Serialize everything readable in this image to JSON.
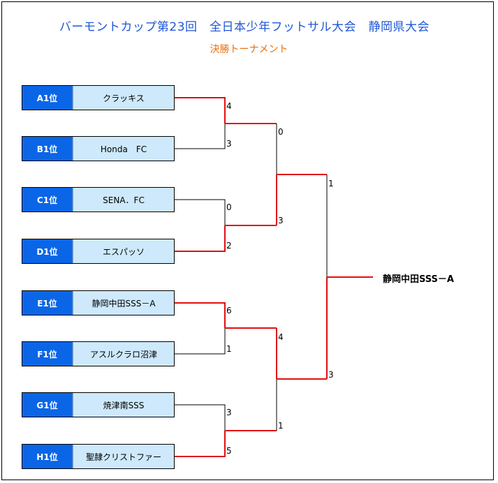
{
  "title": "バーモントカップ第23回　全日本少年フットサル大会　静岡県大会",
  "subtitle": "決勝トーナメント",
  "entries": [
    {
      "rank": "A1位",
      "team": "クラッキス"
    },
    {
      "rank": "B1位",
      "team": "Honda　FC"
    },
    {
      "rank": "C1位",
      "team": "SENA．FC"
    },
    {
      "rank": "D1位",
      "team": "エスパッソ"
    },
    {
      "rank": "E1位",
      "team": "静岡中田SSS－A"
    },
    {
      "rank": "F1位",
      "team": "アスルクラロ沼津"
    },
    {
      "rank": "G1位",
      "team": "焼津南SSS"
    },
    {
      "rank": "H1位",
      "team": "聖隷クリストファー"
    }
  ],
  "scores": {
    "r1": [
      "4",
      "3",
      "0",
      "2",
      "6",
      "1",
      "3",
      "5"
    ],
    "r2": [
      "0",
      "3",
      "4",
      "1"
    ],
    "r3": [
      "1",
      "3"
    ]
  },
  "winner": "静岡中田SSS－A",
  "colors": {
    "title": "#1f56d6",
    "subtitle": "#e87010",
    "rank_bg": "#0a66e6",
    "team_bg": "#cde9fb",
    "winning_line": "#e01010",
    "losing_line": "#000000"
  }
}
